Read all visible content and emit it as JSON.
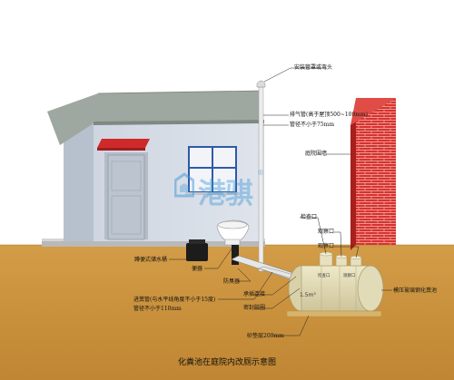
{
  "caption": "化粪池在庭院内改厕示意图",
  "logo": {
    "text": "港骐",
    "registered": "®"
  },
  "labels": {
    "vent_cap": "安装管罩或弯头",
    "vent_pipe": "排气管(高于屋顶500~100mm)",
    "vent_pipe_dia": "管径不小于75mm",
    "yard_wall": "庭院围墙",
    "inspect_port": "检查口",
    "obs_port": "观察口",
    "obs_port2": "观察口",
    "squat_toilet": "蹲便式储水桶",
    "toilet": "便器",
    "odor_trap": "防臭器",
    "inlet_pipe": "进粪管(与水平线角度不小于15度)",
    "inlet_pipe_dia": "管径不小于110mm",
    "socket_joint": "承插连接",
    "sealed_glue": "密封胶圈",
    "tank_name": "模压玻璃钢化粪池",
    "sand_bed": "砂垫层200mm"
  },
  "tank_labels": {
    "cap1": "检查口",
    "cap2": "观察口",
    "volume": "1.5m³"
  },
  "colors": {
    "roof": "#9ea7a0",
    "wall": "#cdd5e0",
    "ground": "#c9923c",
    "brick": "#d8322e",
    "awning": "#cf2a2a",
    "tank": "#e4ddb8",
    "pipe": "#e8e8e8"
  }
}
